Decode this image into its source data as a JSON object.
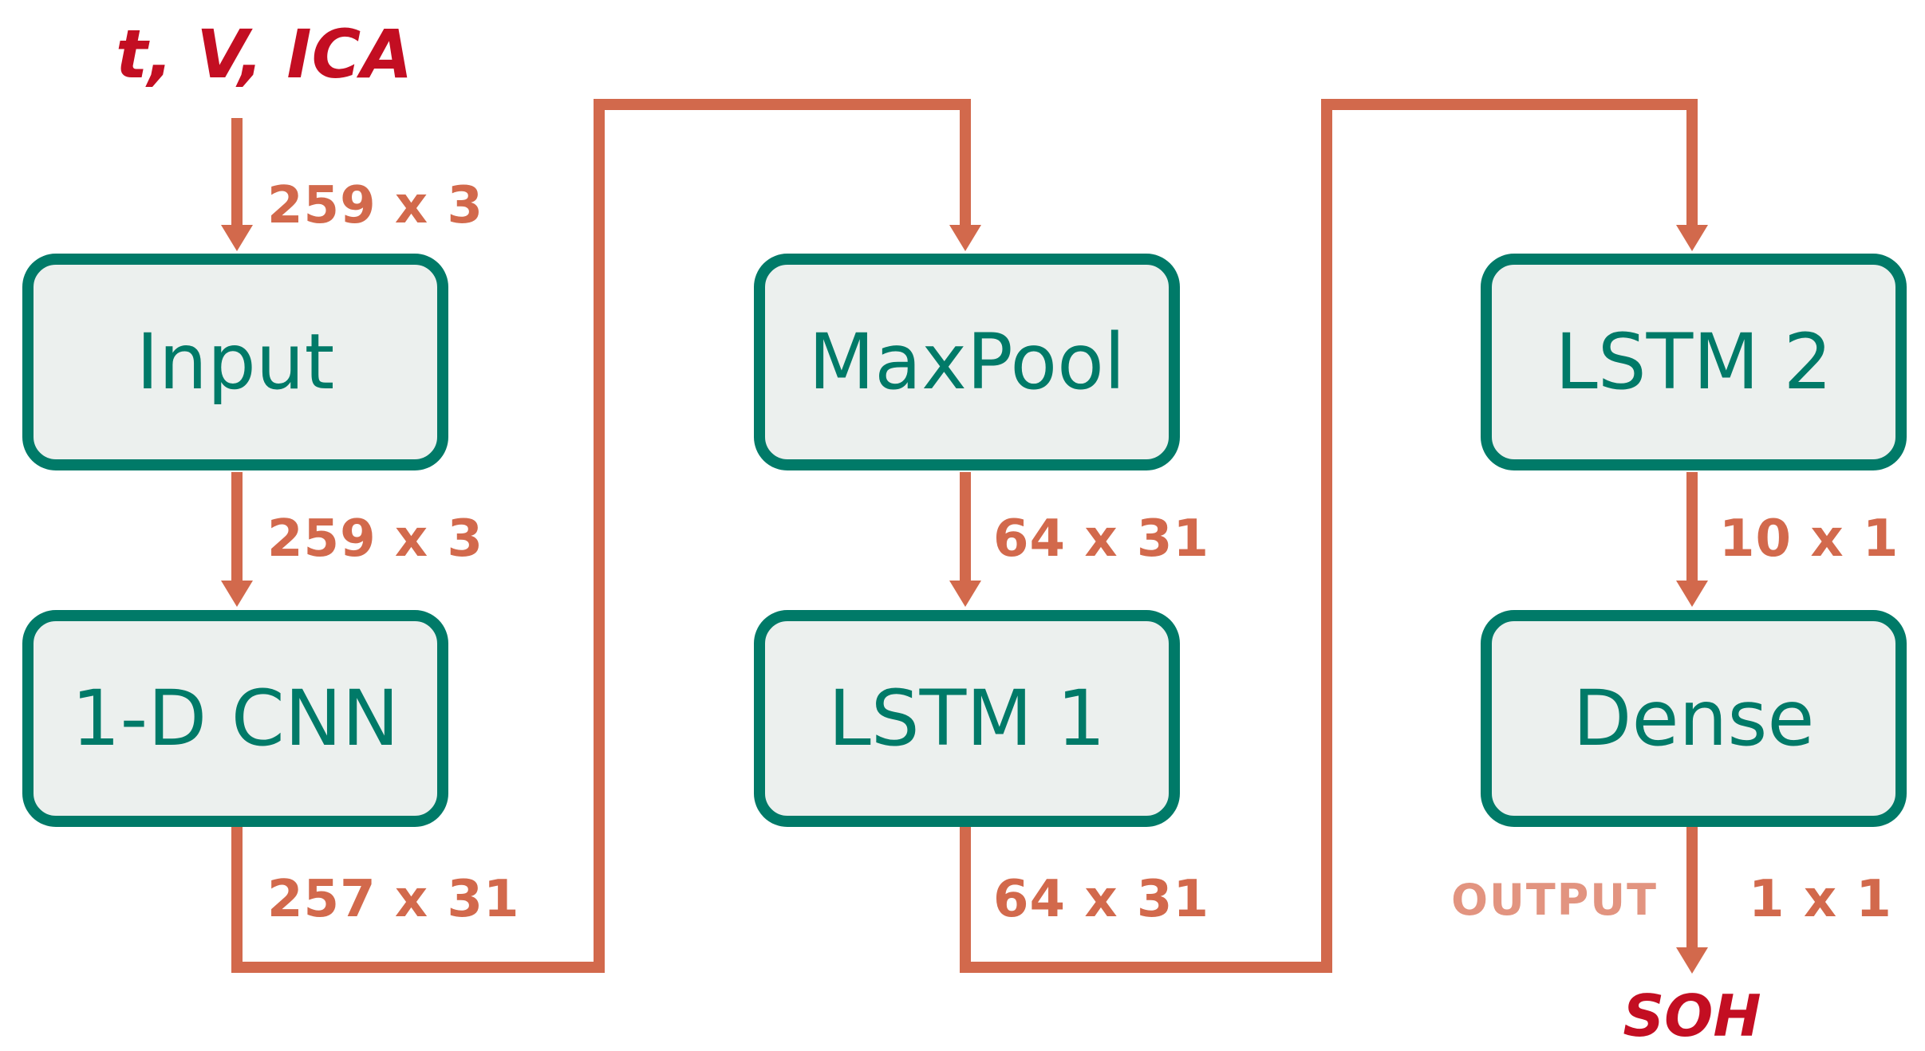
{
  "diagram": {
    "input_signals": "t, V, ICA",
    "output_signal": "SOH",
    "output_tag": "OUTPUT",
    "nodes": [
      {
        "id": "input",
        "label": "Input"
      },
      {
        "id": "cnn",
        "label": "1-D CNN"
      },
      {
        "id": "maxpool",
        "label": "MaxPool"
      },
      {
        "id": "lstm1",
        "label": "LSTM 1"
      },
      {
        "id": "lstm2",
        "label": "LSTM 2"
      },
      {
        "id": "dense",
        "label": "Dense"
      }
    ],
    "dimensions": {
      "source_to_input": "259 x 3",
      "input_to_cnn": "259 x 3",
      "cnn_to_maxpool": "257 x 31",
      "maxpool_to_lstm1": "64 x 31",
      "lstm1_to_lstm2": "64 x 31",
      "lstm2_to_dense": "10 x 1",
      "dense_to_output": "1 x 1"
    }
  },
  "colors": {
    "node_border": "#007A68",
    "node_fill": "#ECF0EE",
    "node_text": "#007A68",
    "arrow": "#D2694C",
    "dim_label": "#D2694C",
    "output_tag_text": "#E29480",
    "io_text": "#C30E22",
    "background": "#FFFFFF"
  }
}
